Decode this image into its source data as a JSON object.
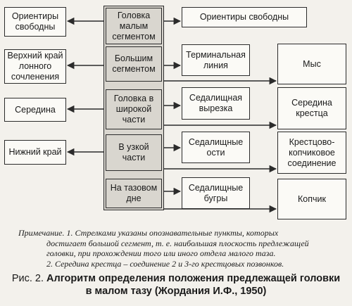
{
  "diagram": {
    "center": [
      "Головка\nмалым\nсегментом",
      "Большим\nсегментом",
      "Головка в\nширокой\nчасти",
      "В узкой\nчасти",
      "На тазовом\nдне"
    ],
    "left": [
      "Ориентиры\nсвободны",
      "Верхний край\nлонного\nсочленения",
      "Середина",
      "Нижний край"
    ],
    "mid": [
      "Ориентиры свободны",
      "Терминальная\nлиния",
      "Седалищная\nвырезка",
      "Седалищные\nости",
      "Седалищные\nбугры"
    ],
    "right": [
      "Мыс",
      "Середина\nкрестца",
      "Крестцово-\nкопчиковое\nсоединение",
      "Копчик"
    ]
  },
  "note": {
    "label": "Примечание.",
    "line1": "1. Стрелками указаны опознавательные пункты, которых",
    "line2": "достигает большой сегмент, т. е. наибольшая плоскость предлежащей",
    "line3": "головки, при прохождении того или иного отдела малого таза.",
    "line4": "2. Середина крестца – соединение 2 и 3-го крестцовых позвонков."
  },
  "caption": {
    "prefix": "Рис. 2.",
    "title": "Алгоритм определения положения предлежащей головки",
    "title2": "в малом тазу (Жордания И.Ф., 1950)"
  }
}
